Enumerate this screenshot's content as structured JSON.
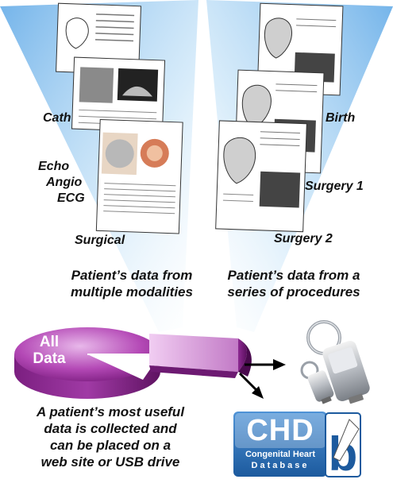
{
  "left_labels": {
    "cath": "Cath",
    "echo": "Echo",
    "angio": "Angio",
    "ecg": "ECG",
    "surgical": "Surgical"
  },
  "right_labels": {
    "birth": "Birth",
    "surgery1": "Surgery 1",
    "surgery2": "Surgery 2"
  },
  "captions": {
    "left": [
      "Patient’s data from",
      "multiple modalities"
    ],
    "right": [
      "Patient’s data from a",
      "series of procedures"
    ]
  },
  "pie": {
    "label": [
      "All",
      "Data"
    ]
  },
  "bottom_text": [
    "A patient’s most useful",
    "data is collected and",
    "can be placed on a",
    "web site or USB drive"
  ],
  "logo": {
    "letters": "CHD",
    "line1": "Congenital Heart",
    "line2": "Database"
  },
  "colors": {
    "funnel_blue": "#7fb8e8",
    "pie_purple": "#b23fb2",
    "pie_light": "#e6b3e6",
    "logo_blue": "#2a6fb5"
  }
}
